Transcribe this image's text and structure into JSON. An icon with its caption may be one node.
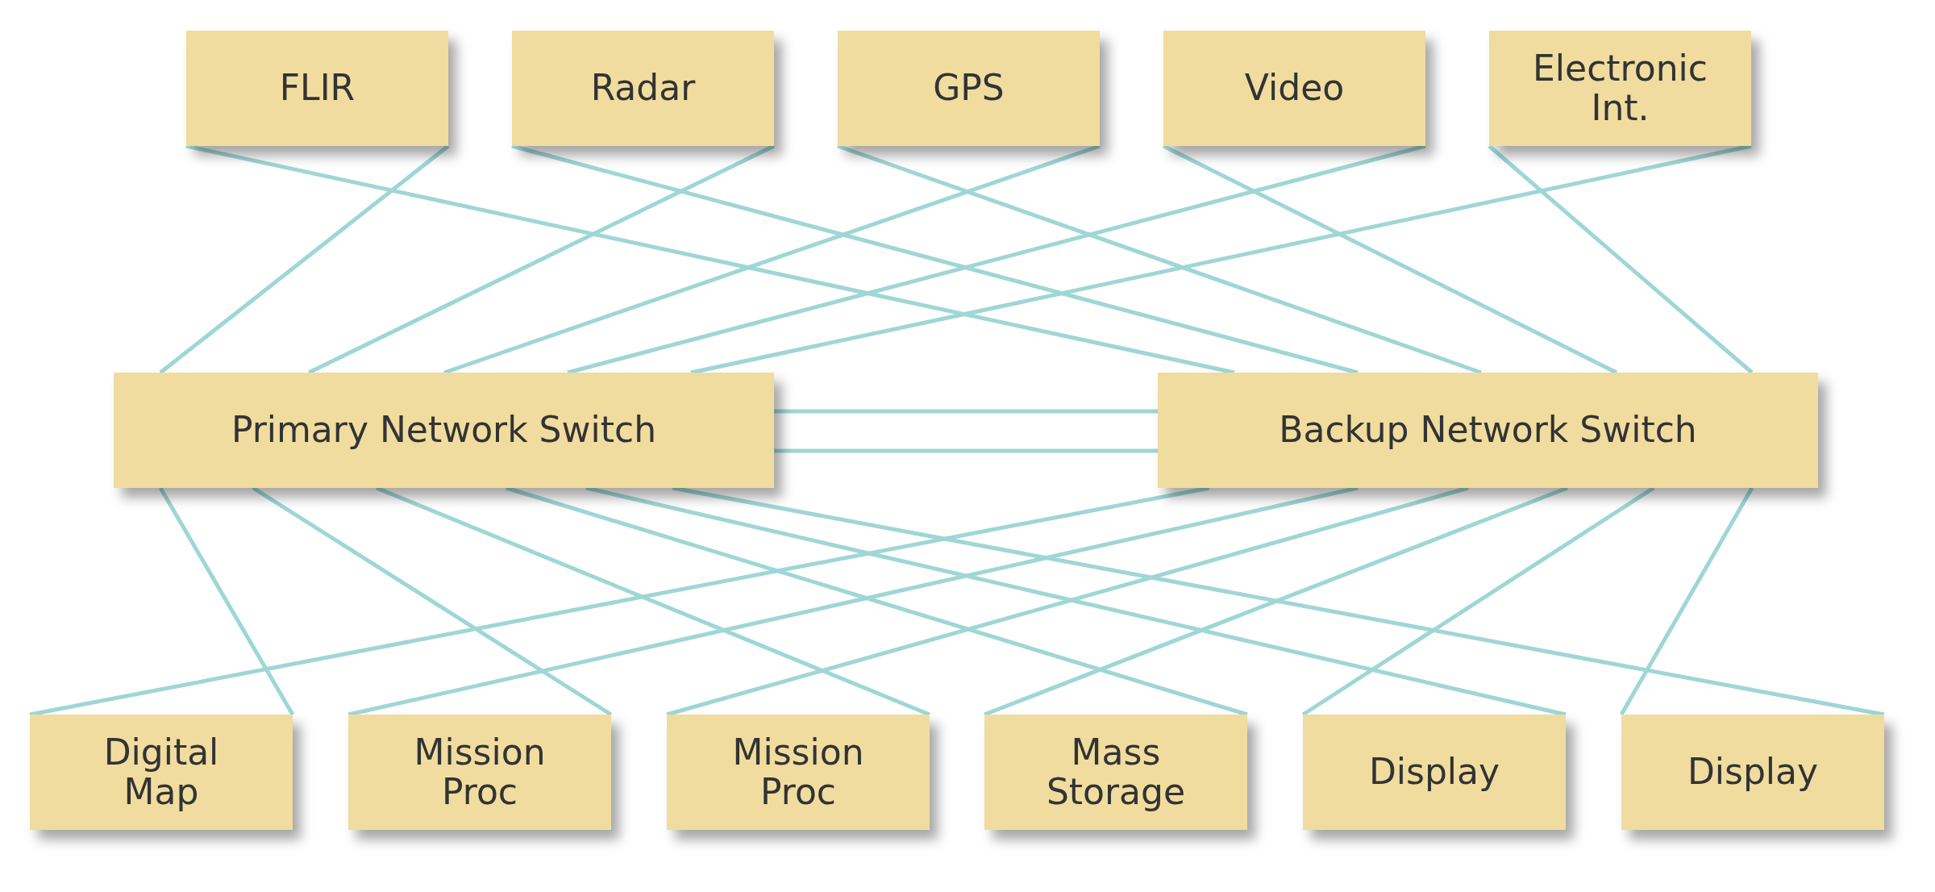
{
  "diagram": {
    "nodes": [
      {
        "text": [
          "FLIR"
        ]
      },
      {
        "text": [
          "Radar"
        ]
      },
      {
        "text": [
          "GPS"
        ]
      },
      {
        "text": [
          "Video"
        ]
      },
      {
        "text": [
          "Electronic Int."
        ]
      },
      {
        "text": [
          "Primary Network Switch"
        ]
      },
      {
        "text": [
          "Backup Network Switch"
        ]
      },
      {
        "text": [
          "Digital Map"
        ]
      },
      {
        "text": [
          "Mission Proc"
        ]
      },
      {
        "text": [
          "Mission Proc"
        ]
      },
      {
        "text": [
          "Mass Storage"
        ]
      },
      {
        "text": [
          "Display"
        ]
      },
      {
        "text": [
          "Display"
        ]
      }
    ],
    "edges": [
      {
        "from": 0,
        "to": 5,
        "arrow": "none"
      },
      {
        "from": 0,
        "to": 6,
        "arrow": "none"
      },
      {
        "from": 1,
        "to": 5,
        "arrow": "none"
      },
      {
        "from": 1,
        "to": 6,
        "arrow": "none"
      },
      {
        "from": 2,
        "to": 5,
        "arrow": "none"
      },
      {
        "from": 2,
        "to": 6,
        "arrow": "none"
      },
      {
        "from": 3,
        "to": 5,
        "arrow": "none"
      },
      {
        "from": 3,
        "to": 6,
        "arrow": "none"
      },
      {
        "from": 4,
        "to": 5,
        "arrow": "none"
      },
      {
        "from": 4,
        "to": 6,
        "arrow": "none"
      },
      {
        "from": 5,
        "to": 6,
        "arrow": "none"
      },
      {
        "from": 5,
        "to": 6,
        "arrow": "none"
      },
      {
        "from": 5,
        "to": 7,
        "arrow": "none"
      },
      {
        "from": 6,
        "to": 7,
        "arrow": "none"
      },
      {
        "from": 5,
        "to": 8,
        "arrow": "none"
      },
      {
        "from": 6,
        "to": 8,
        "arrow": "none"
      },
      {
        "from": 5,
        "to": 9,
        "arrow": "none"
      },
      {
        "from": 6,
        "to": 9,
        "arrow": "none"
      },
      {
        "from": 5,
        "to": 10,
        "arrow": "none"
      },
      {
        "from": 6,
        "to": 10,
        "arrow": "none"
      },
      {
        "from": 5,
        "to": 11,
        "arrow": "none"
      },
      {
        "from": 6,
        "to": 11,
        "arrow": "none"
      },
      {
        "from": 5,
        "to": 12,
        "arrow": "none"
      },
      {
        "from": 6,
        "to": 12,
        "arrow": "none"
      }
    ]
  }
}
